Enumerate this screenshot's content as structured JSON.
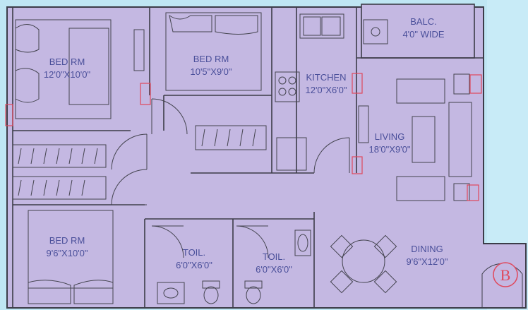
{
  "rooms": {
    "bed1": {
      "name": "BED RM",
      "size": "12'0\"X10'0\""
    },
    "bed2": {
      "name": "BED RM",
      "size": "10'5\"X9'0\""
    },
    "bed3": {
      "name": "BED RM",
      "size": "9'6\"X10'0\""
    },
    "kitchen": {
      "name": "KITCHEN",
      "size": "12'0\"X6'0\""
    },
    "balcony": {
      "name": "BALC.",
      "size": "4'0\" WIDE"
    },
    "living": {
      "name": "LIVING",
      "size": "18'0\"X9'0\""
    },
    "dining": {
      "name": "DINING",
      "size": "9'6\"X12'0\""
    },
    "toilet1": {
      "name": "TOIL.",
      "size": "6'0\"X6'0\""
    },
    "toilet2": {
      "name": "TOIL.",
      "size": "6'0\"X6'0\""
    }
  },
  "unit_marker": "B",
  "colors": {
    "floor": "#c4b8e2",
    "wall": "#3c3c48",
    "label": "#4a4f9a",
    "window_marker": "#e0485c",
    "background": "#bfe6f3"
  }
}
